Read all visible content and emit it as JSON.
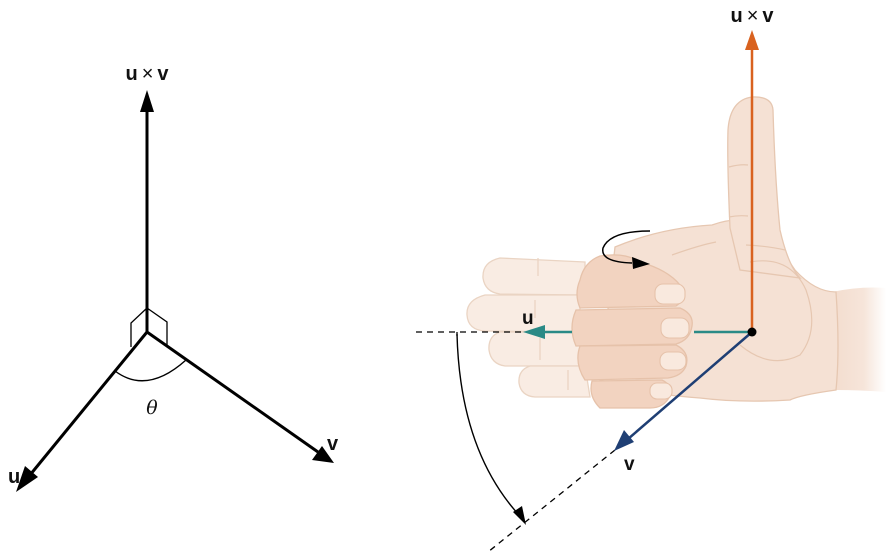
{
  "left_diagram": {
    "cross_product_label": {
      "u": "u",
      "times": "×",
      "v": "v"
    },
    "u_label": "u",
    "v_label": "v",
    "angle_label": "θ",
    "stroke_color": "#000000"
  },
  "right_diagram": {
    "cross_product_label": {
      "u": "u",
      "times": "×",
      "v": "v"
    },
    "u_label": "u",
    "v_label": "v",
    "colors": {
      "cross_product_arrow": "#d9621f",
      "u_arrow": "#2a8a86",
      "v_arrow": "#1f3f74",
      "skin_light": "#f6e3d6",
      "skin_mid": "#f2d6c4",
      "skin_outline": "#e4c3ab"
    }
  }
}
